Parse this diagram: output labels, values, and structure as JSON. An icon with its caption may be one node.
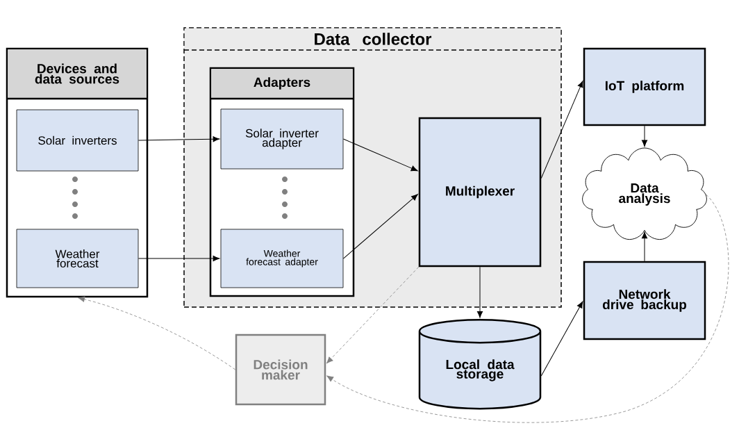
{
  "diagram": {
    "nodes": [
      {
        "text": [
          "Data collector"
        ]
      },
      {
        "text": [
          "Devices and data sources"
        ]
      },
      {
        "text": [
          "Solar inverters"
        ],
        "in": 1
      },
      {
        "text": [
          "Weather forecast"
        ],
        "in": 1
      },
      {
        "text": [
          "Adapters"
        ],
        "in": 0
      },
      {
        "text": [
          "Solar inverter adapter"
        ],
        "in": 4
      },
      {
        "text": [
          "Weather forecast adapter"
        ],
        "in": 4
      },
      {
        "text": [
          "Multiplexer"
        ],
        "in": 0
      },
      {
        "text": [
          "IoT platform"
        ]
      },
      {
        "text": [
          "Data analysis"
        ]
      },
      {
        "text": [
          "Network drive backup"
        ]
      },
      {
        "text": [
          "Local data storage"
        ]
      },
      {
        "text": [
          "Decision maker"
        ]
      }
    ],
    "edges": [
      {
        "from": 2,
        "to": 5,
        "arrow": "to"
      },
      {
        "from": 3,
        "to": 6,
        "arrow": "to"
      },
      {
        "from": 5,
        "to": 7,
        "arrow": "to"
      },
      {
        "from": 6,
        "to": 7,
        "arrow": "to"
      },
      {
        "from": 7,
        "to": 8,
        "arrow": "to"
      },
      {
        "from": 8,
        "to": 9,
        "arrow": "to"
      },
      {
        "from": 10,
        "to": 9,
        "arrow": "to"
      },
      {
        "from": 7,
        "to": 11,
        "arrow": "to"
      },
      {
        "from": 11,
        "to": 10,
        "arrow": "to"
      },
      {
        "from": 7,
        "to": 12,
        "arrow": "to",
        "style": "dashed",
        "color": "#808080"
      },
      {
        "from": 9,
        "to": 12,
        "arrow": "to",
        "style": "dashed",
        "color": "#808080"
      },
      {
        "from": 12,
        "to": 1,
        "arrow": "to",
        "style": "dashed",
        "color": "#808080"
      }
    ]
  }
}
